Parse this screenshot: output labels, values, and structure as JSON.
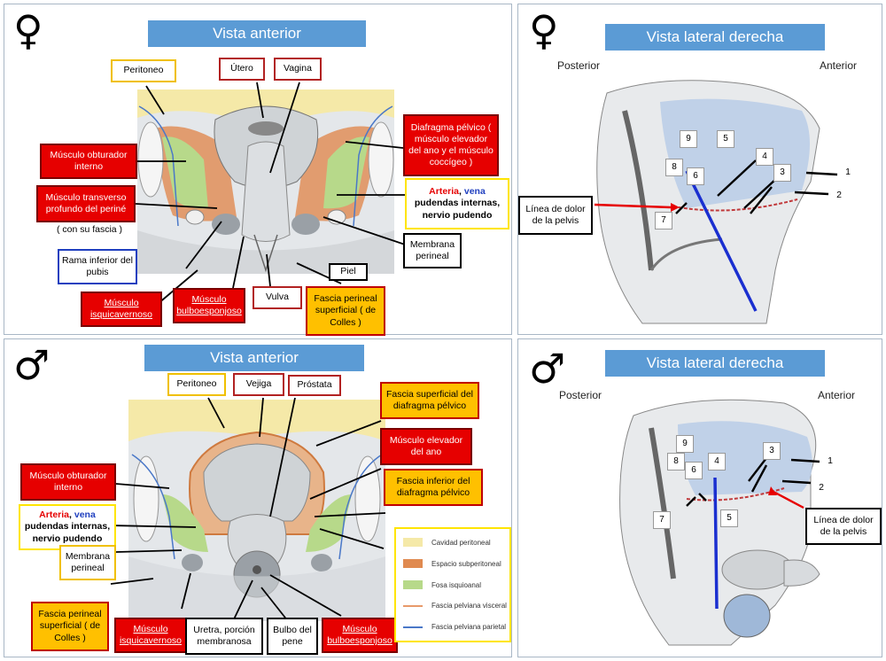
{
  "female_anterior": {
    "symbol": "♀",
    "title": "Vista anterior",
    "labels": {
      "peritoneo": "Peritoneo",
      "utero": "Útero",
      "vagina": "Vagina",
      "diafragma": "Diafragma pélvico ( músculo elevador del ano y el músculo coccígeo )",
      "obturador": "Músculo obturador interno",
      "transverso": "Músculo transverso profundo del periné",
      "con_fascia": "( con su fascia )",
      "arteria": "Arteria",
      "coma": ",",
      "vena": "vena",
      "pudendas": "pudendas internas, nervio pudendo",
      "rama": "Rama inferior del pubis",
      "membrana": "Membrana perineal",
      "piel": "Piel",
      "isquio": "Músculo isquicavernoso",
      "bulbo": "Músculo bulboesponjoso",
      "vulva": "Vulva",
      "fascia_colles": "Fascia perineal superficial ( de Colles )"
    }
  },
  "female_lateral": {
    "symbol": "♀",
    "title": "Vista lateral derecha",
    "posterior": "Posterior",
    "anterior": "Anterior",
    "pain_line": "Línea de dolor de la pelvis",
    "numbers": [
      "9",
      "5",
      "8",
      "6",
      "4",
      "3",
      "1",
      "2",
      "7"
    ]
  },
  "male_anterior": {
    "symbol": "♂",
    "title": "Vista anterior",
    "labels": {
      "peritoneo": "Peritoneo",
      "vejiga": "Vejiga",
      "prostata": "Próstata",
      "fascia_sup": "Fascia superficial del diafragma pélvico",
      "elevador": "Músculo elevador del ano",
      "fascia_inf": "Fascia inferior del diafragma pélvico",
      "obturador": "Músculo obturador interno",
      "arteria": "Arteria",
      "coma": ",",
      "vena": "vena",
      "pudendas": "pudendas internas, nervio pudendo",
      "membrana": "Membrana perineal",
      "fascia_colles": "Fascia perineal superficial ( de Colles )",
      "isquio": "Músculo isquicavernoso",
      "uretra": "Uretra, porción membranosa",
      "bulbo_pene": "Bulbo del pene",
      "bulbo": "Músculo bulboesponjoso"
    },
    "legend": [
      {
        "label": "Cavidad peritoneal",
        "color": "#f5e9a8",
        "kind": "fill"
      },
      {
        "label": "Espacio subperitoneal",
        "color": "#e08a50",
        "kind": "fill"
      },
      {
        "label": "Fosa isquioanal",
        "color": "#b7d98a",
        "kind": "fill"
      },
      {
        "label": "Fascia pelviana visceral",
        "color": "#e89a6a",
        "kind": "line"
      },
      {
        "label": "Fascia pelviana parietal",
        "color": "#4a78c8",
        "kind": "line"
      }
    ]
  },
  "male_lateral": {
    "symbol": "♂",
    "title": "Vista lateral derecha",
    "posterior": "Posterior",
    "anterior": "Anterior",
    "pain_line": "Línea de dolor de la pelvis",
    "numbers": [
      "9",
      "8",
      "6",
      "4",
      "3",
      "1",
      "2",
      "7",
      "5"
    ]
  },
  "colors": {
    "title_bg": "#5b9bd5",
    "red_box": "#e60000",
    "orange_box": "#ffc000",
    "pain_line": "#1a2fd0",
    "arrow_red": "#e60000"
  }
}
